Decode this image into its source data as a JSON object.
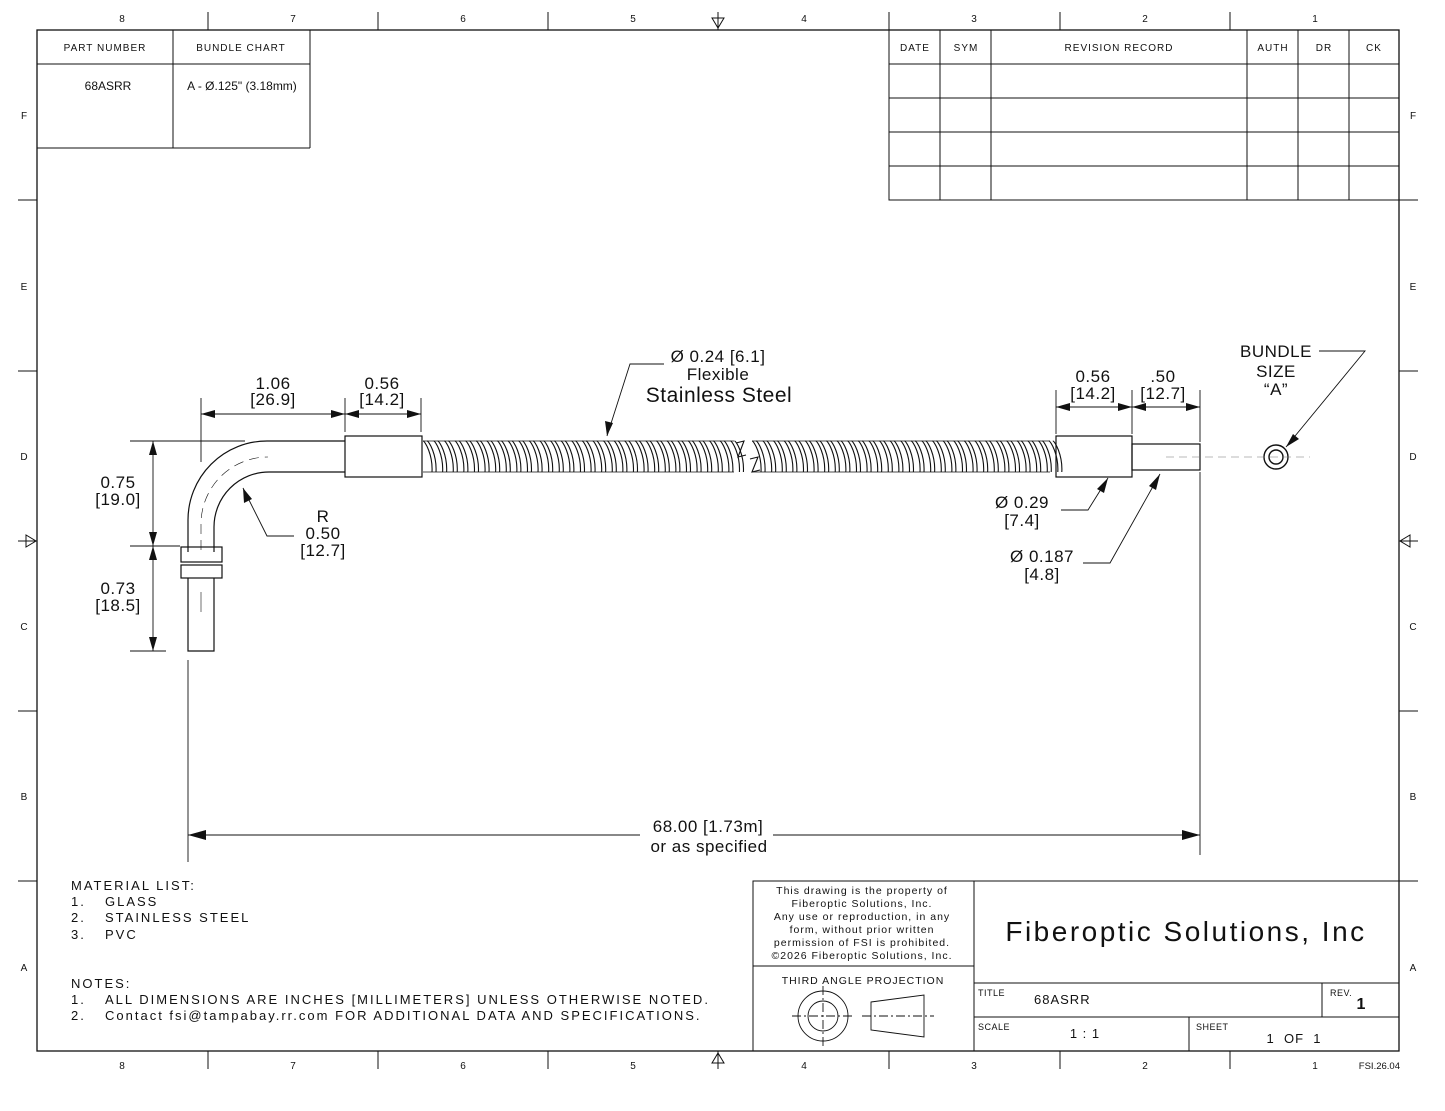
{
  "zones": {
    "top_cols": [
      "8",
      "7",
      "6",
      "5",
      "4",
      "3",
      "2",
      "1"
    ],
    "bottom_cols": [
      "8",
      "7",
      "6",
      "5",
      "4",
      "3",
      "2",
      "1"
    ],
    "left_rows": [
      "F",
      "E",
      "D",
      "C",
      "B",
      "A"
    ],
    "right_rows": [
      "F",
      "E",
      "D",
      "C",
      "B",
      "A"
    ]
  },
  "part_table": {
    "headers": [
      "PART NUMBER",
      "BUNDLE CHART"
    ],
    "row": [
      "68ASRR",
      "A - Ø.125\" (3.18mm)"
    ]
  },
  "revision_table": {
    "headers": [
      "DATE",
      "SYM",
      "REVISION RECORD",
      "AUTH",
      "DR",
      "CK"
    ]
  },
  "dimensions": {
    "d1_06": "1.06",
    "d1_06_mm": "[26.9]",
    "d0_56a": "0.56",
    "d0_56a_mm": "[14.2]",
    "dia024": "Ø 0.24 [6.1]",
    "flexible": "Flexible",
    "stainless": "Stainless Steel",
    "d0_56b": "0.56",
    "d0_56b_mm": "[14.2]",
    "d050": ".50",
    "d050_mm": "[12.7]",
    "bundle1": "BUNDLE",
    "bundle2": "SIZE",
    "bundle3": "“A”",
    "d075": "0.75",
    "d075_mm": "[19.0]",
    "d073": "0.73",
    "d073_mm": "[18.5]",
    "r_label": "R",
    "r_val": "0.50",
    "r_mm": "[12.7]",
    "dia029": "Ø 0.29",
    "dia029_mm": "[7.4]",
    "dia0187": "Ø 0.187",
    "dia0187_mm": "[4.8]",
    "length": "68.00 [1.73m]",
    "length_note": "or as specified"
  },
  "materials": {
    "title": "MATERIAL LIST:",
    "items": [
      {
        "num": "1.",
        "text": "GLASS"
      },
      {
        "num": "2.",
        "text": "STAINLESS STEEL"
      },
      {
        "num": "3.",
        "text": "PVC"
      }
    ]
  },
  "notes": {
    "title": "NOTES:",
    "items": [
      {
        "num": "1.",
        "text": "ALL DIMENSIONS ARE INCHES [MILLIMETERS] UNLESS OTHERWISE NOTED."
      },
      {
        "num": "2.",
        "text": "Contact fsi@tampabay.rr.com FOR ADDITIONAL DATA AND SPECIFICATIONS."
      }
    ]
  },
  "title_block": {
    "property_lines": [
      "This drawing is the property of",
      "Fiberoptic Solutions, Inc.",
      "Any use or reproduction, in any",
      "form, without prior written",
      "permission of FSI is prohibited.",
      "©2026 Fiberoptic Solutions, Inc."
    ],
    "projection": "THIRD ANGLE PROJECTION",
    "company": "Fiberoptic Solutions, Inc",
    "title_label": "TITLE",
    "title_value": "68ASRR",
    "rev_label": "REV.",
    "rev_value": "1",
    "scale_label": "SCALE",
    "scale_value": "1 : 1",
    "sheet_label": "SHEET",
    "sheet_value": "1  OF  1"
  },
  "doc_code": "FSI.26.04"
}
